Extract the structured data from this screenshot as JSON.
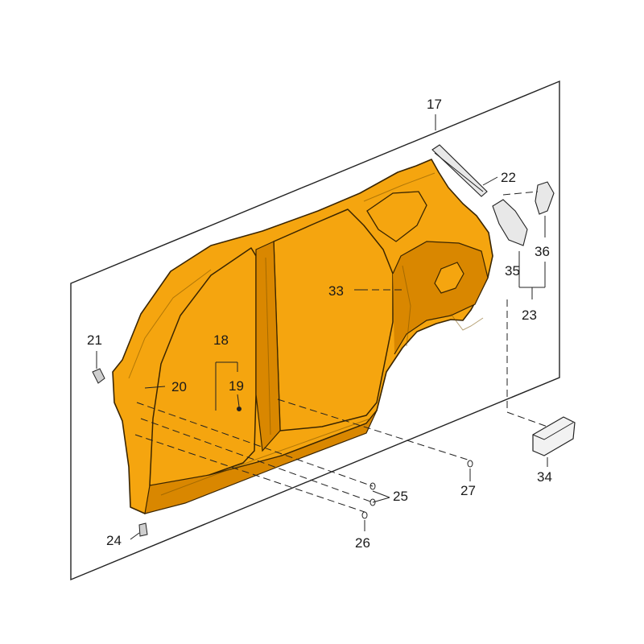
{
  "diagram": {
    "colors": {
      "panel_fill": "#F5A50F",
      "panel_shadow": "#D98700",
      "outline": "#3a2500",
      "frame": "#222222",
      "background": "#ffffff"
    },
    "callouts": {
      "c17": "17",
      "c18": "18",
      "c19": "19",
      "c20": "20",
      "c21": "21",
      "c22": "22",
      "c23": "23",
      "c24": "24",
      "c25": "25",
      "c26": "26",
      "c27": "27",
      "c33": "33",
      "c34": "34",
      "c35": "35",
      "c36": "36"
    }
  }
}
